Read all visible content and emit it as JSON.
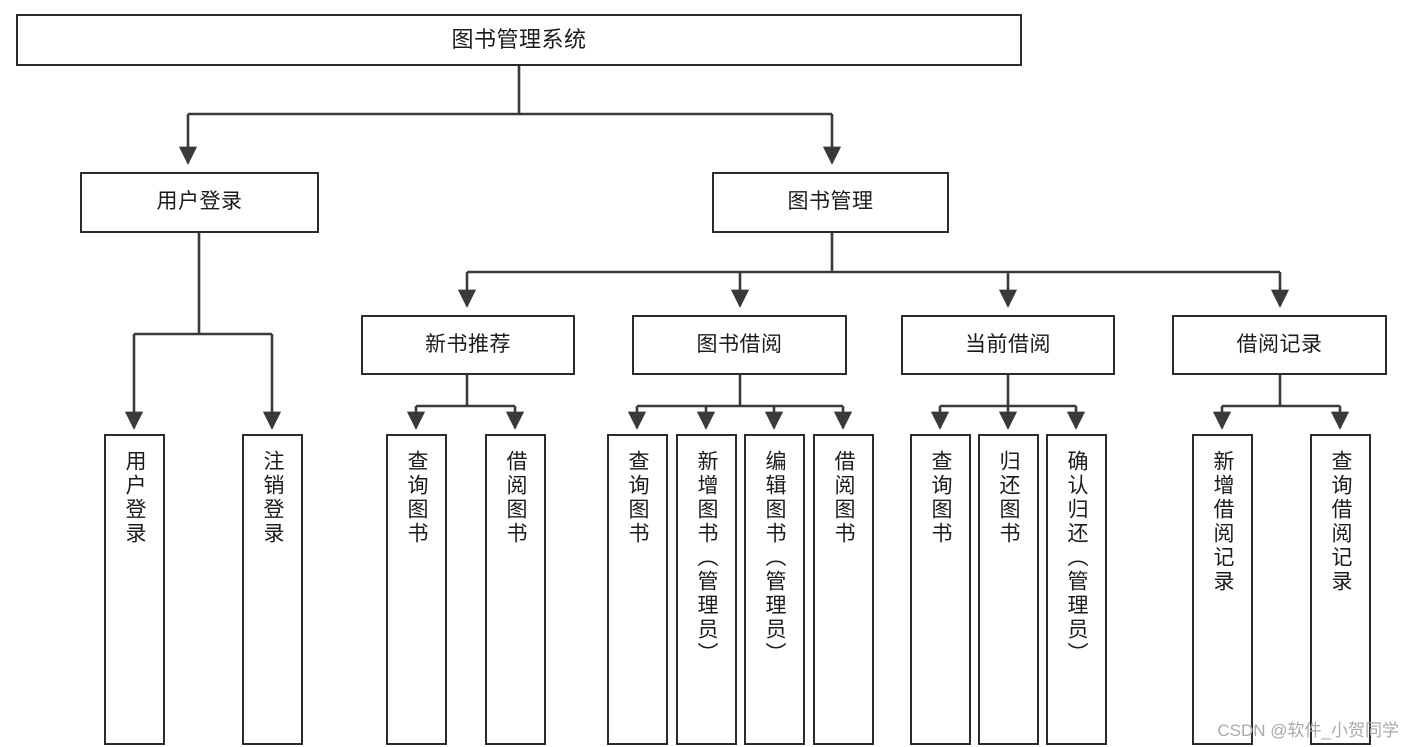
{
  "diagram": {
    "title": "图书管理系统",
    "type": "tree-hierarchy-chart",
    "colors": {
      "box_border": "#2b2b2b",
      "box_fill": "#ffffff",
      "edge": "#3a3a3a",
      "text": "#1b1b1b",
      "watermark": "#a9a9a9",
      "background": "#ffffff"
    },
    "nodes": {
      "root": {
        "label": "图书管理系统"
      },
      "level1": [
        {
          "id": "user-login",
          "label": "用户登录"
        },
        {
          "id": "book-management",
          "label": "图书管理"
        }
      ],
      "level2": [
        {
          "id": "new-book-recommend",
          "label": "新书推荐"
        },
        {
          "id": "book-borrow",
          "label": "图书借阅"
        },
        {
          "id": "current-borrow",
          "label": "当前借阅"
        },
        {
          "id": "borrow-record",
          "label": "借阅记录"
        }
      ],
      "leaves": {
        "user-login": [
          {
            "id": "leaf-user-login",
            "label": "用户登录"
          },
          {
            "id": "leaf-logout-login",
            "label": "注销登录"
          }
        ],
        "new-book-recommend": [
          {
            "id": "leaf-query-book-1",
            "label": "查询图书"
          },
          {
            "id": "leaf-borrow-book-1",
            "label": "借阅图书"
          }
        ],
        "book-borrow": [
          {
            "id": "leaf-query-book-2",
            "label": "查询图书"
          },
          {
            "id": "leaf-add-book",
            "label": "新增图书（管理员）"
          },
          {
            "id": "leaf-edit-book",
            "label": "编辑图书（管理员）"
          },
          {
            "id": "leaf-borrow-book-2",
            "label": "借阅图书"
          }
        ],
        "current-borrow": [
          {
            "id": "leaf-query-book-3",
            "label": "查询图书"
          },
          {
            "id": "leaf-return-book",
            "label": "归还图书"
          },
          {
            "id": "leaf-confirm-return",
            "label": "确认归还（管理员）"
          }
        ],
        "borrow-record": [
          {
            "id": "leaf-add-record",
            "label": "新增借阅记录"
          },
          {
            "id": "leaf-query-record",
            "label": "查询借阅记录"
          }
        ]
      }
    },
    "watermark": "CSDN @软件_小贺同学"
  }
}
